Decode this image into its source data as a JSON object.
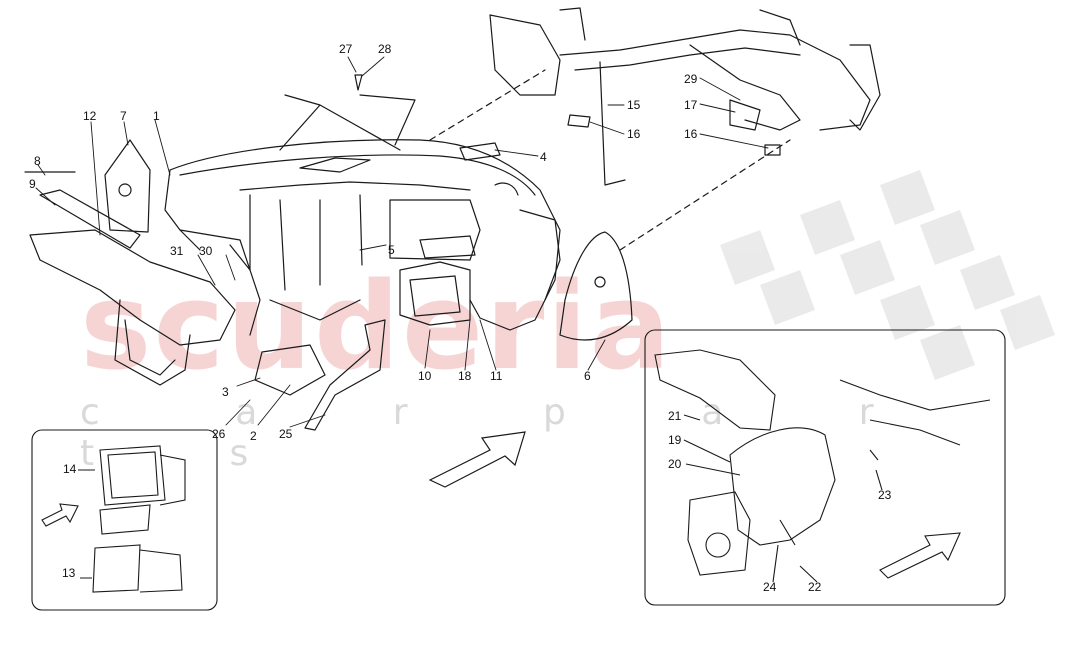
{
  "watermark": {
    "main": "scuderia",
    "sub": "c a r p a r t s"
  },
  "callouts": {
    "n1": "1",
    "n2": "2",
    "n3": "3",
    "n4": "4",
    "n5": "5",
    "n6": "6",
    "n7": "7",
    "n8": "8",
    "n9": "9",
    "n10": "10",
    "n11": "11",
    "n12": "12",
    "n13": "13",
    "n14": "14",
    "n15": "15",
    "n16a": "16",
    "n16b": "16",
    "n17": "17",
    "n18": "18",
    "n19": "19",
    "n20": "20",
    "n21": "21",
    "n22": "22",
    "n23": "23",
    "n24": "24",
    "n25": "25",
    "n26": "26",
    "n27": "27",
    "n28": "28",
    "n29": "29",
    "n30": "30",
    "n31": "31"
  },
  "colors": {
    "line": "#1a1a1a",
    "watermark_red": "#f4c6c6",
    "watermark_grey": "#d9d9d9",
    "checker": "#e6e6e6"
  }
}
